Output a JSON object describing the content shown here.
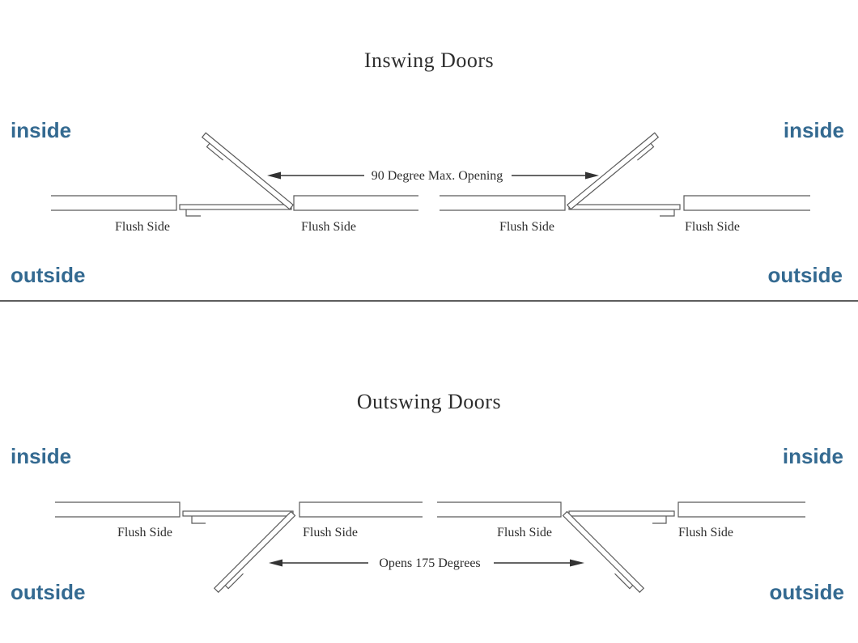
{
  "colors": {
    "label_blue": "#346a91",
    "line_gray": "#5a5a5a",
    "text_dark": "#2e2e2e",
    "divider_gray": "#5d5d5d"
  },
  "inswing": {
    "title": "Inswing Doors",
    "labels": {
      "inside_left": "inside",
      "inside_right": "inside",
      "outside_left": "outside",
      "outside_right": "outside"
    },
    "arrow_label": "90 Degree Max. Opening",
    "flush_labels": [
      "Flush Side",
      "Flush Side",
      "Flush Side",
      "Flush Side"
    ]
  },
  "outswing": {
    "title": "Outswing Doors",
    "labels": {
      "inside_left": "inside",
      "inside_right": "inside",
      "outside_left": "outside",
      "outside_right": "outside"
    },
    "arrow_label": "Opens 175 Degrees",
    "flush_labels": [
      "Flush Side",
      "Flush Side",
      "Flush Side",
      "Flush Side"
    ]
  }
}
